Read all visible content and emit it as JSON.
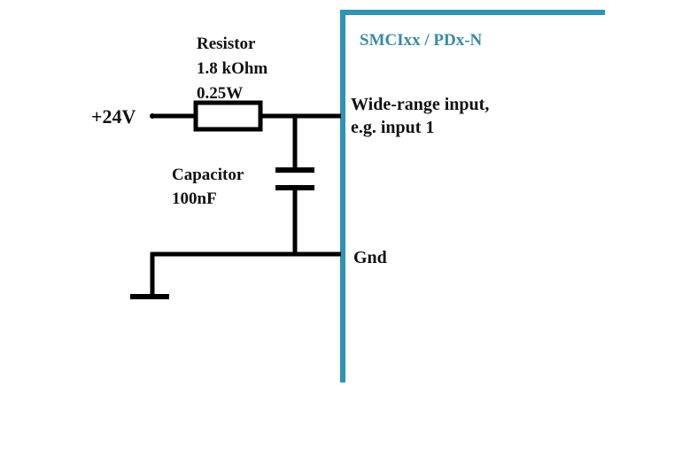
{
  "device": {
    "title": "SMCIxx / PDx-N",
    "border_color": "#2e93b5",
    "title_color": "#3a8aa6"
  },
  "supply": {
    "label": "+24V"
  },
  "resistor": {
    "name": "Resistor",
    "value": "1.8 kOhm",
    "power": "0.25W"
  },
  "capacitor": {
    "name": "Capacitor",
    "value": "100nF"
  },
  "terminals": {
    "input_line1": "Wide-range input,",
    "input_line2": "e.g. input 1",
    "ground": "Gnd"
  },
  "wire_color": "#000000"
}
